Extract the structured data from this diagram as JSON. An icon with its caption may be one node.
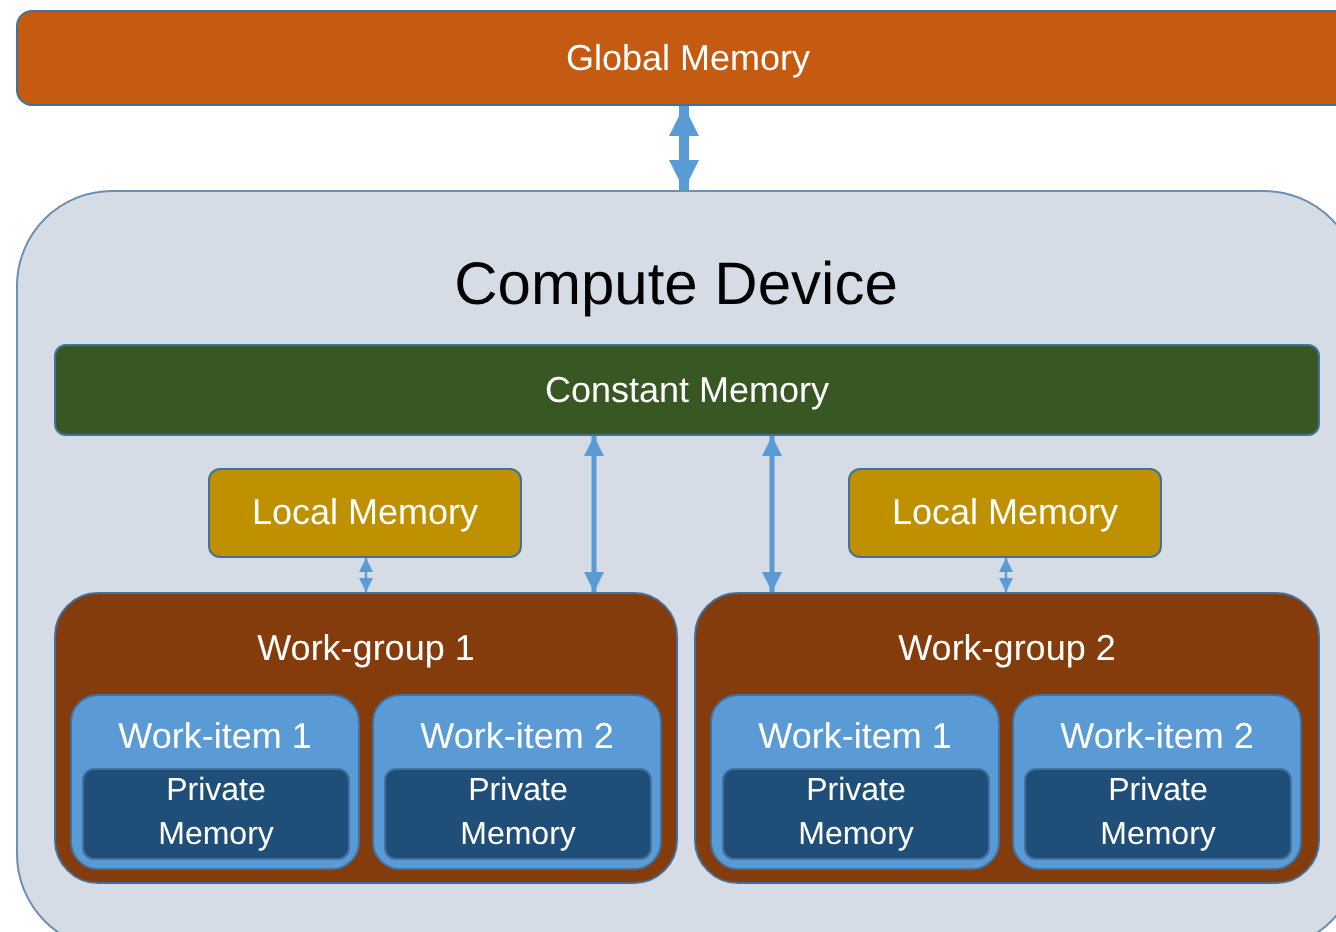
{
  "diagram": {
    "nodes": [
      {
        "text": [
          "Global Memory"
        ]
      },
      {
        "text": [
          "Compute Device"
        ]
      },
      {
        "text": [
          "Constant Memory"
        ],
        "in": 1
      },
      {
        "text": [
          "Local Memory"
        ],
        "in": 1
      },
      {
        "text": [
          "Local Memory"
        ],
        "in": 1
      },
      {
        "text": [
          "Work-group 1"
        ],
        "in": 1
      },
      {
        "text": [
          "Work-item 1"
        ],
        "in": 5
      },
      {
        "text": [
          "Private Memory"
        ],
        "in": 6
      },
      {
        "text": [
          "Work-item 2"
        ],
        "in": 5
      },
      {
        "text": [
          "Private Memory"
        ],
        "in": 8
      },
      {
        "text": [
          "Work-group 2"
        ],
        "in": 1
      },
      {
        "text": [
          "Work-item 1"
        ],
        "in": 10
      },
      {
        "text": [
          "Private Memory"
        ],
        "in": 11
      },
      {
        "text": [
          "Work-item 2"
        ],
        "in": 10
      },
      {
        "text": [
          "Private Memory"
        ],
        "in": 13
      }
    ],
    "edges": [
      {
        "from": 0,
        "to": 1,
        "arrow": "both",
        "style": "thick"
      },
      {
        "from": 2,
        "to": 5,
        "arrow": "both"
      },
      {
        "from": 2,
        "to": 10,
        "arrow": "both"
      },
      {
        "from": 3,
        "to": 5,
        "arrow": "both"
      },
      {
        "from": 4,
        "to": 10,
        "arrow": "both"
      }
    ]
  }
}
